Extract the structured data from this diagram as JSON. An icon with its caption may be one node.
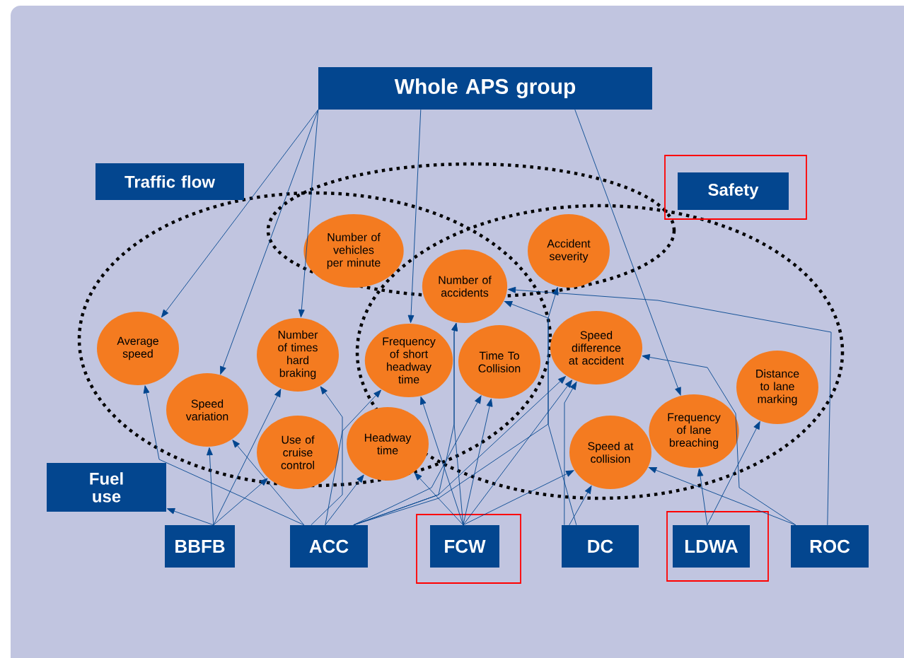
{
  "diagram": {
    "nodes": [
      {
        "text": [
          "Whole APS group"
        ]
      },
      {
        "text": [
          "Traffic flow"
        ]
      },
      {
        "text": [
          "Safety"
        ]
      },
      {
        "text": [
          "Fuel use"
        ]
      },
      {
        "text": [
          "Number of vehicles per minute"
        ]
      },
      {
        "text": [
          "Accident severity"
        ]
      },
      {
        "text": [
          "Average speed"
        ]
      },
      {
        "text": [
          "Number of times hard braking"
        ]
      },
      {
        "text": [
          "Number of accidents"
        ]
      },
      {
        "text": [
          "Frequency of short headway time"
        ]
      },
      {
        "text": [
          "Time To Collision"
        ]
      },
      {
        "text": [
          "Speed difference at accident"
        ]
      },
      {
        "text": [
          "Speed variation"
        ]
      },
      {
        "text": [
          "Use of cruise control"
        ]
      },
      {
        "text": [
          "Headway time"
        ]
      },
      {
        "text": [
          "Distance to lane marking"
        ]
      },
      {
        "text": [
          "Frequency of lane breaching"
        ]
      },
      {
        "text": [
          "Speed at collision"
        ]
      },
      {
        "text": [
          "BBFB"
        ]
      },
      {
        "text": [
          "ACC"
        ]
      },
      {
        "text": [
          "FCW"
        ]
      },
      {
        "text": [
          "DC"
        ]
      },
      {
        "text": [
          "LDWA"
        ]
      },
      {
        "text": [
          "ROC"
        ]
      }
    ],
    "edges": [
      {
        "from": 0,
        "to": 6,
        "arrow": "to"
      },
      {
        "from": 0,
        "to": 12,
        "arrow": "to"
      },
      {
        "from": 0,
        "to": 7,
        "arrow": "to"
      },
      {
        "from": 0,
        "to": 9,
        "arrow": "to"
      },
      {
        "from": 0,
        "to": 16,
        "arrow": "to"
      },
      {
        "from": 18,
        "to": 3,
        "arrow": "to"
      },
      {
        "from": 18,
        "to": 12,
        "arrow": "to"
      },
      {
        "from": 18,
        "to": 7,
        "arrow": "to"
      },
      {
        "from": 18,
        "to": 13,
        "arrow": "to"
      },
      {
        "from": 19,
        "to": 6,
        "arrow": "to"
      },
      {
        "from": 19,
        "to": 12,
        "arrow": "to"
      },
      {
        "from": 19,
        "to": 7,
        "arrow": "to"
      },
      {
        "from": 19,
        "to": 14,
        "arrow": "to"
      },
      {
        "from": 19,
        "to": 9,
        "arrow": "to"
      },
      {
        "from": 19,
        "to": 8,
        "arrow": "to"
      },
      {
        "from": 19,
        "to": 10,
        "arrow": "to"
      },
      {
        "from": 19,
        "to": 11,
        "arrow": "to"
      },
      {
        "from": 19,
        "to": 5,
        "arrow": "to"
      },
      {
        "from": 20,
        "to": 14,
        "arrow": "to"
      },
      {
        "from": 20,
        "to": 9,
        "arrow": "to"
      },
      {
        "from": 20,
        "to": 8,
        "arrow": "to"
      },
      {
        "from": 20,
        "to": 10,
        "arrow": "to"
      },
      {
        "from": 20,
        "to": 11,
        "arrow": "to"
      },
      {
        "from": 20,
        "to": 17,
        "arrow": "to"
      },
      {
        "from": 21,
        "to": 11,
        "arrow": "to"
      },
      {
        "from": 21,
        "to": 17,
        "arrow": "to"
      },
      {
        "from": 21,
        "to": 8,
        "arrow": "to"
      },
      {
        "from": 22,
        "to": 16,
        "arrow": "to"
      },
      {
        "from": 22,
        "to": 15,
        "arrow": "to"
      },
      {
        "from": 23,
        "to": 8,
        "arrow": "to"
      },
      {
        "from": 23,
        "to": 11,
        "arrow": "to"
      },
      {
        "from": 23,
        "to": 17,
        "arrow": "to"
      }
    ]
  }
}
